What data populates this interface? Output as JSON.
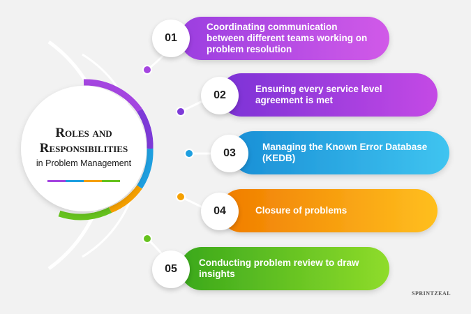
{
  "center": {
    "title_line1": "Roles and",
    "title_line2": "Responsibilities",
    "subtitle": "in Problem Management"
  },
  "items": [
    {
      "number": "01",
      "text": "Coordinating communication between different teams working on problem resolution",
      "color_from": "#9b3fe0",
      "color_to": "#d15ae8"
    },
    {
      "number": "02",
      "text": "Ensuring every service level agreement is met",
      "color_from": "#7b32d6",
      "color_to": "#c449e5"
    },
    {
      "number": "03",
      "text": "Managing the Known Error Database (KEDB)",
      "color_from": "#1a8fd6",
      "color_to": "#3fc4f0"
    },
    {
      "number": "04",
      "text": "Closure of problems",
      "color_from": "#f07c00",
      "color_to": "#ffbf1f"
    },
    {
      "number": "05",
      "text": "Conducting problem review to draw insights",
      "color_from": "#3aa81c",
      "color_to": "#8fdc2a"
    }
  ],
  "colors": {
    "purple": "#a445e0",
    "violet": "#7d3ad8",
    "blue": "#1e9fe0",
    "orange": "#f5a000",
    "green": "#66c21e",
    "background": "#f2f2f2"
  },
  "logo_text": "SPRINTZEAL"
}
